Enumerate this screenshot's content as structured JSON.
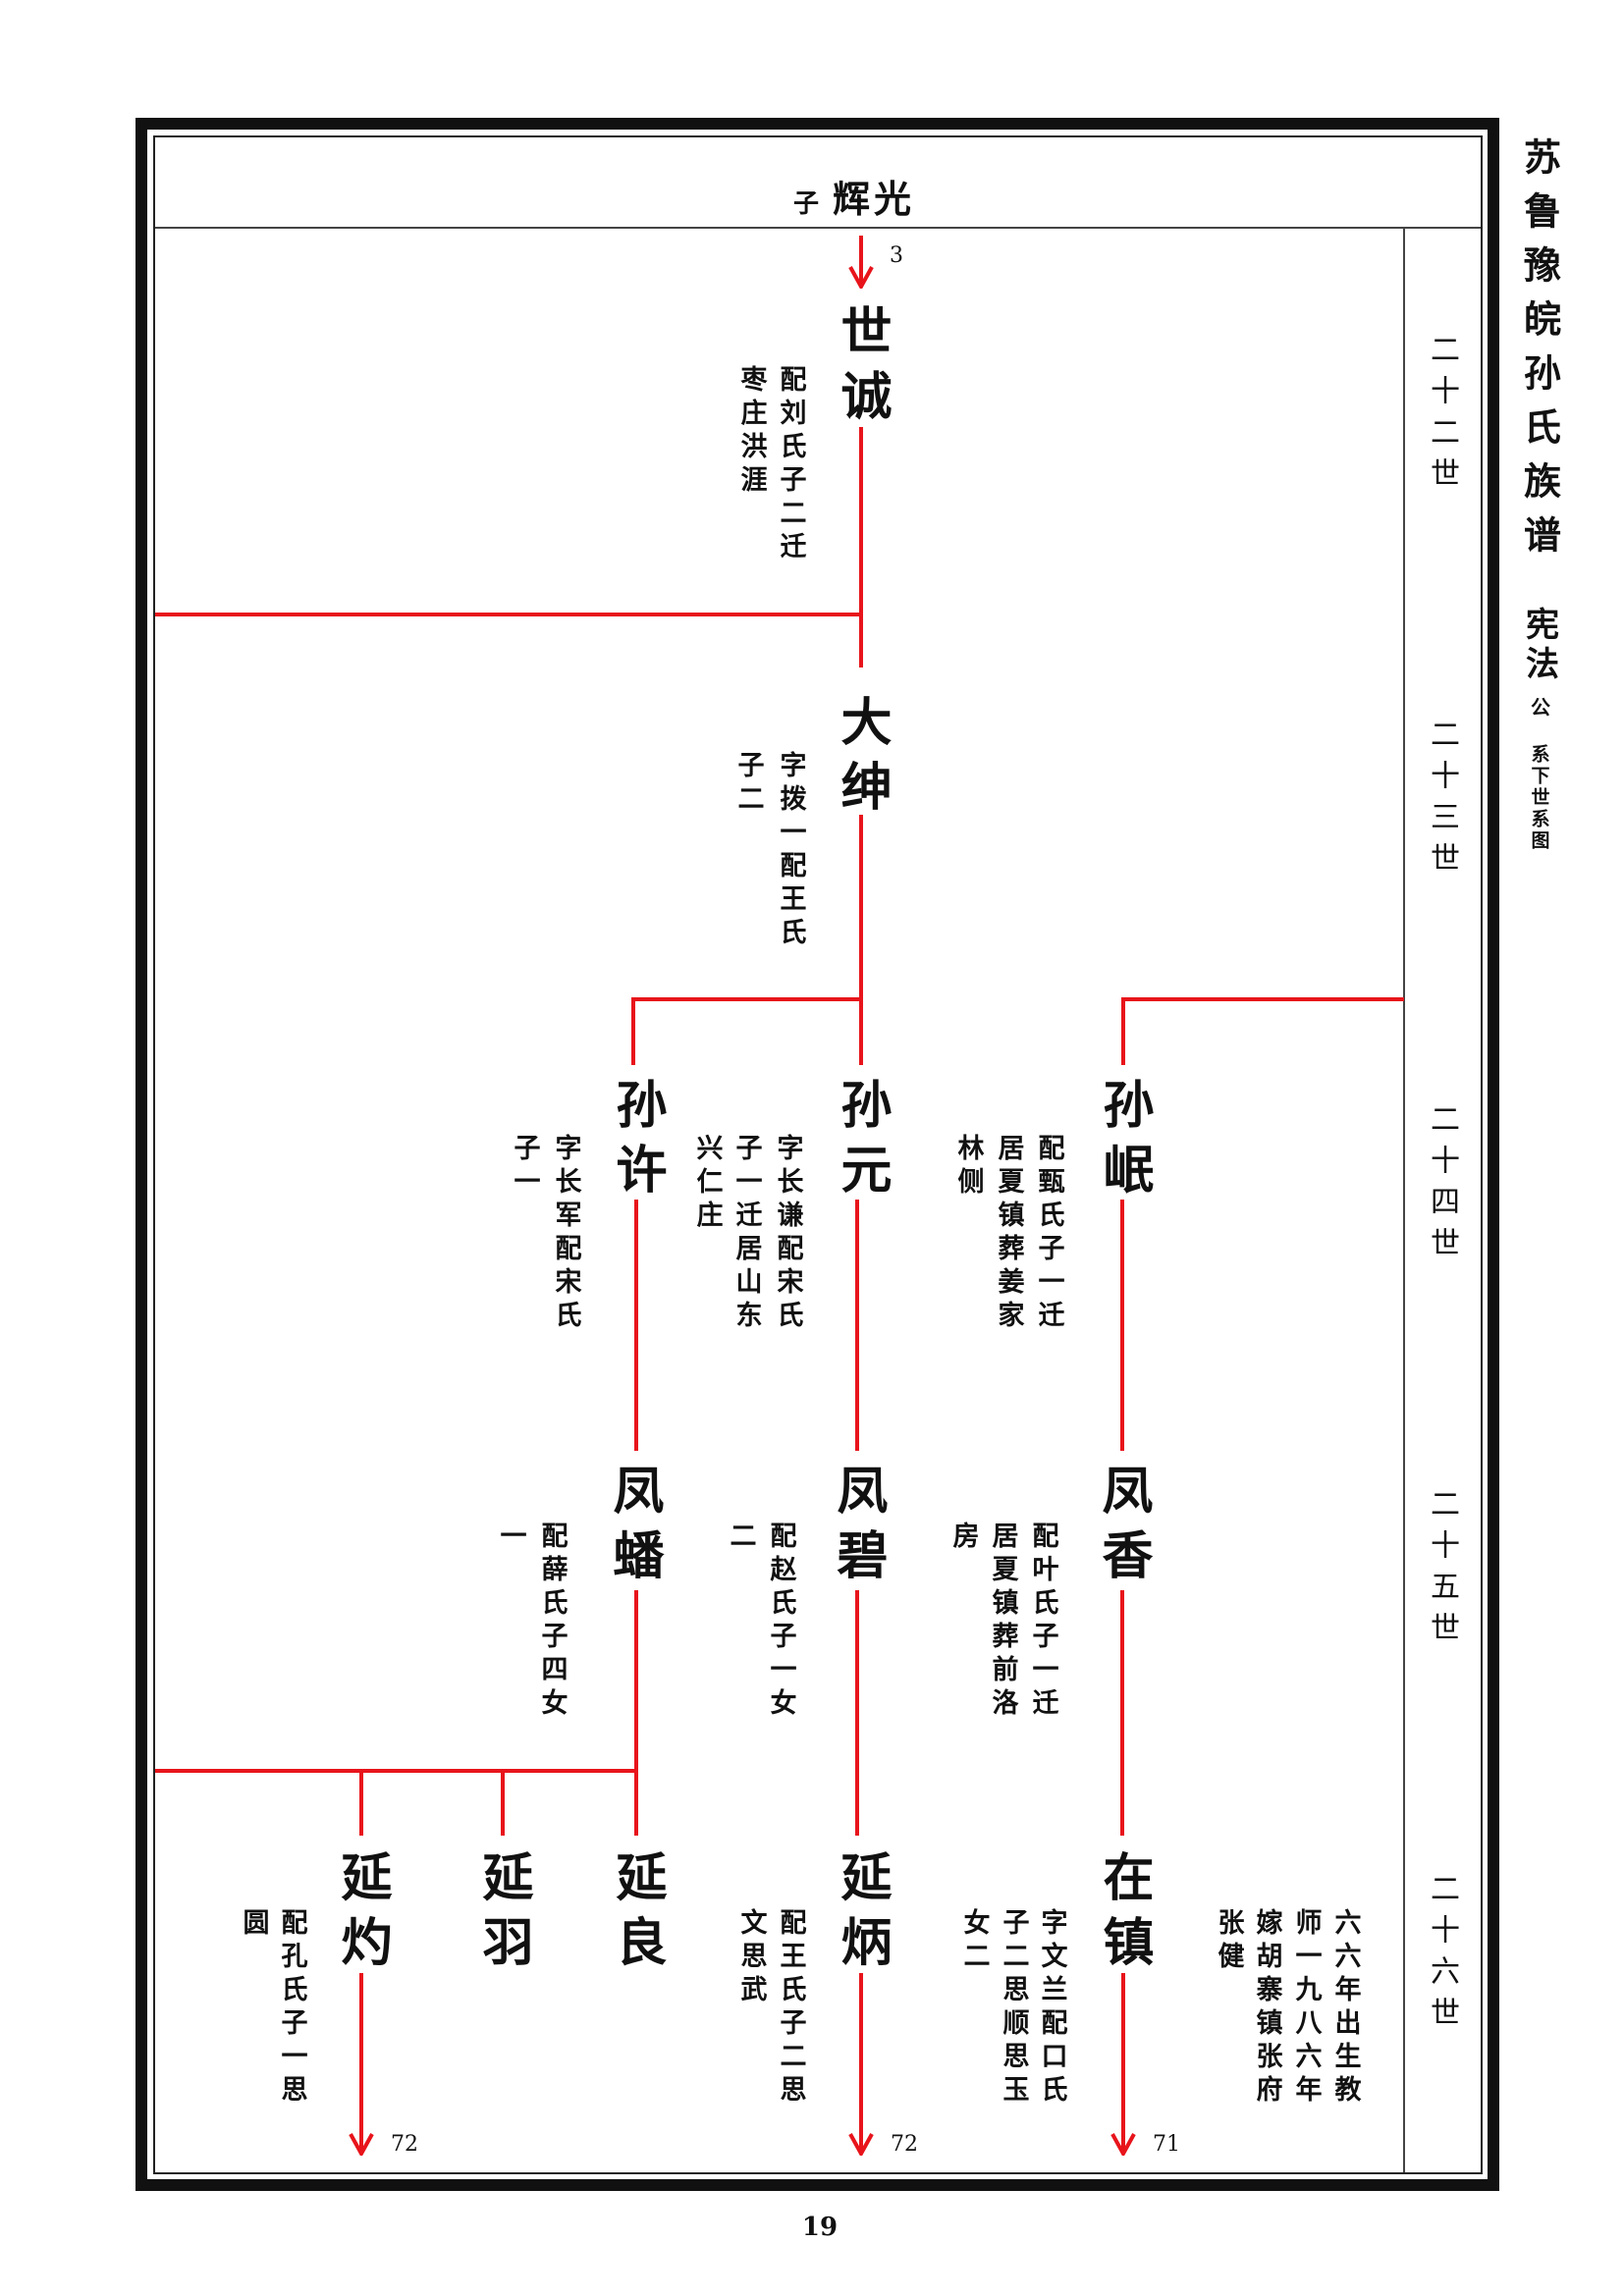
{
  "header": {
    "prefix": "子",
    "name": "辉光",
    "ref": "3"
  },
  "side_title": {
    "main": "苏鲁豫皖孙氏族谱",
    "branch": "宪法",
    "gong": "公",
    "sub": "系下世系图"
  },
  "generations": [
    "二十二世",
    "二十三世",
    "二十四世",
    "二十五世",
    "二十六世"
  ],
  "nodes": [
    {
      "name": "世诚",
      "notes": [
        "配刘氏子二迁",
        "枣庄洪涯"
      ]
    },
    {
      "name": "大绅",
      "notes": [
        "字拨一配王氏",
        "子二"
      ]
    },
    {
      "name": "孙许",
      "notes": [
        "字长军配宋氏",
        "子一"
      ]
    },
    {
      "name": "孙元",
      "notes": [
        "字长谦配宋氏",
        "子一迁居山东",
        "兴仁庄"
      ]
    },
    {
      "name": "孙岷",
      "notes": [
        "配甄氏子一迁",
        "居夏镇葬姜家",
        "林侧"
      ]
    },
    {
      "name": "凤蟠",
      "notes": [
        "配薛氏子四女",
        "一"
      ]
    },
    {
      "name": "凤碧",
      "notes": [
        "配赵氏子一女",
        "二"
      ]
    },
    {
      "name": "凤香",
      "notes": [
        "配叶氏子一迁",
        "居夏镇葬前洛",
        "房"
      ]
    },
    {
      "name": "延灼",
      "notes": [
        "配孔氏子一思",
        "圆"
      ]
    },
    {
      "name": "延羽",
      "notes": []
    },
    {
      "name": "延良",
      "notes": []
    },
    {
      "name": "延炳",
      "notes": [
        "配王氏子二思",
        "文思武"
      ]
    },
    {
      "name": "在镇",
      "notes": [
        "字文兰配口氏",
        "子二思顺思玉",
        "女二",
        "六六年出生教",
        "师一九八六年",
        "嫁胡寨镇张府",
        "张健"
      ]
    }
  ],
  "continuations": [
    "72",
    "72",
    "71"
  ],
  "page_number": "19",
  "colors": {
    "line": "#e8141b",
    "border": "#111111"
  }
}
